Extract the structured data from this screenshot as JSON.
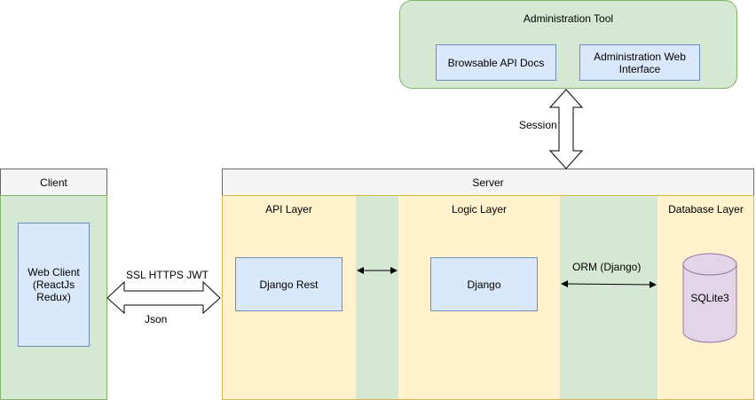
{
  "admin_tool": {
    "title": "Administration Tool",
    "browsable_api_docs": "Browsable API Docs",
    "admin_web_interface_line1": "Administration Web",
    "admin_web_interface_line2": "Interface"
  },
  "session_label": "Session",
  "client": {
    "title": "Client",
    "web_client_line1": "Web Client",
    "web_client_line2": "(ReactJs",
    "web_client_line3": "Redux)"
  },
  "client_server_link": {
    "top_label": "SSL HTTPS JWT",
    "bottom_label": "Json"
  },
  "server": {
    "title": "Server",
    "api_layer": {
      "title": "API Layer",
      "component": "Django Rest"
    },
    "logic_layer": {
      "title": "Logic Layer",
      "component": "Django"
    },
    "orm_label": "ORM (Django)",
    "database_layer": {
      "title": "Database Layer",
      "component": "SQLite3"
    }
  },
  "colors": {
    "green_fill": "#d5e8d4",
    "green_stroke": "#82b366",
    "blue_fill": "#dae8fc",
    "blue_stroke": "#6c8ebf",
    "yellow_fill": "#fff2cc",
    "header_fill": "#f5f5f5",
    "cylinder_fill": "#e1d5e7",
    "cylinder_stroke": "#9673a6"
  }
}
